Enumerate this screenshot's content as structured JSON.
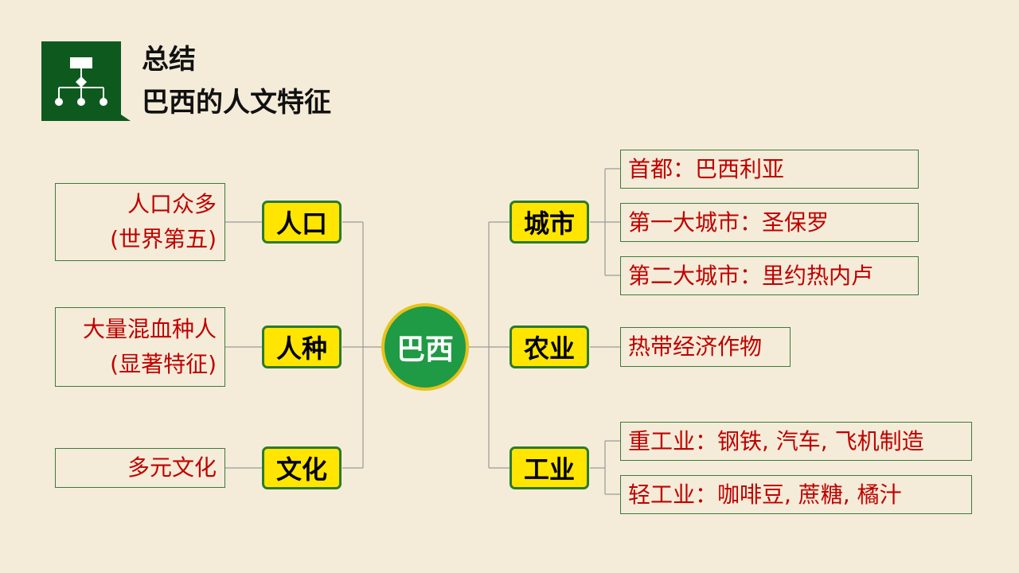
{
  "header": {
    "title": "总结",
    "subtitle": "巴西的人文特征",
    "icon": "hierarchy-icon",
    "icon_bg": "#0e5a1e"
  },
  "center": {
    "label": "巴西"
  },
  "left": [
    {
      "label": "人口",
      "details": [
        "人口众多",
        "(世界第五)"
      ]
    },
    {
      "label": "人种",
      "details": [
        "大量混血种人",
        "(显著特征)"
      ]
    },
    {
      "label": "文化",
      "details": [
        "多元文化"
      ]
    }
  ],
  "right": [
    {
      "label": "城市",
      "items": [
        "首都：巴西利亚",
        "第一大城市：圣保罗",
        "第二大城市：里约热内卢"
      ]
    },
    {
      "label": "农业",
      "items": [
        "热带经济作物"
      ]
    },
    {
      "label": "工业",
      "items": [
        "重工业：钢铁, 汽车, 飞机制造",
        "轻工业：咖啡豆, 蔗糖, 橘汁"
      ]
    }
  ],
  "colors": {
    "background": "#f4ecd8",
    "node_fill": "#ffe500",
    "node_border": "#2c7a2c",
    "center_fill": "#1f9a45",
    "center_ring": "#e7c21a",
    "detail_text": "#c00000"
  }
}
